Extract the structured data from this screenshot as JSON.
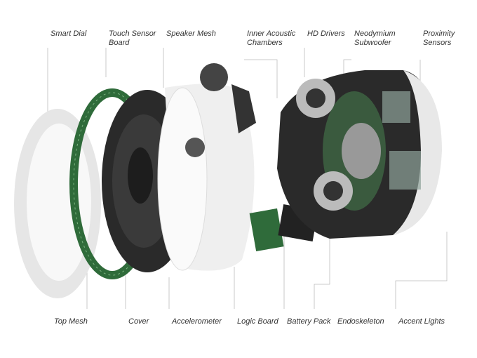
{
  "top_labels": {
    "smart_dial": "Smart Dial",
    "touch_sensor_1": "Touch Sensor",
    "touch_sensor_2": "Board",
    "speaker_mesh": "Speaker Mesh",
    "inner_acoustic_1": "Inner Acoustic",
    "inner_acoustic_2": "Chambers",
    "hd_drivers": "HD Drivers",
    "neodymium_1": "Neodymium",
    "neodymium_2": "Subwoofer",
    "proximity_1": "Proximity",
    "proximity_2": "Sensors"
  },
  "bottom_labels": {
    "top_mesh": "Top Mesh",
    "cover": "Cover",
    "accelerometer": "Accelerometer",
    "logic_board": "Logic Board",
    "battery_pack": "Battery Pack",
    "endoskeleton": "Endoskeleton",
    "accent_lights": "Accent Lights"
  },
  "colors": {
    "pcb_green": "#2f6b3a",
    "body_dark": "#2a2a2a",
    "shell_white": "#f2f2f2",
    "leader": "#b5b5b5"
  }
}
